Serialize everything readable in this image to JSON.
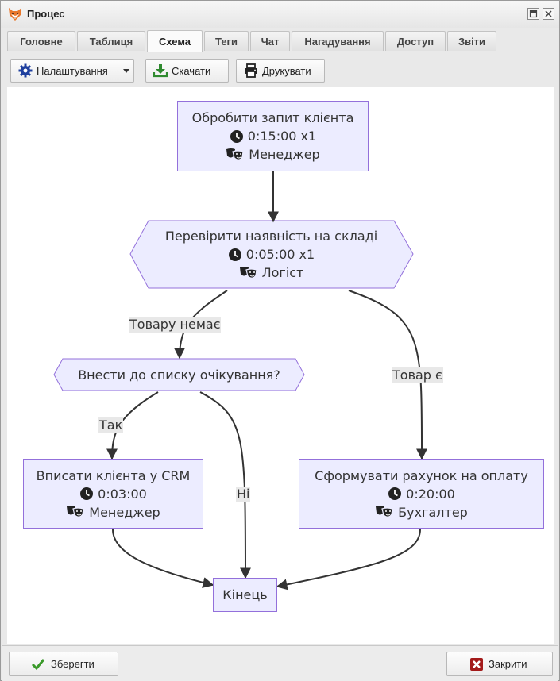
{
  "window": {
    "title": "Процес"
  },
  "tabs": [
    {
      "label": "Головне"
    },
    {
      "label": "Таблиця"
    },
    {
      "label": "Схема"
    },
    {
      "label": "Теги"
    },
    {
      "label": "Чат"
    },
    {
      "label": "Нагадування"
    },
    {
      "label": "Доступ"
    },
    {
      "label": "Звіти"
    }
  ],
  "active_tab": "Схема",
  "toolbar": {
    "settings_label": "Налаштування",
    "download_label": "Скачати",
    "print_label": "Друкувати"
  },
  "diagram": {
    "n1": {
      "title": "Обробити запит клієнта",
      "time": "0:15:00 x1",
      "role": "Менеджер"
    },
    "n2": {
      "title": "Перевірити наявність на складі",
      "time": "0:05:00 x1",
      "role": "Логіст"
    },
    "n3": {
      "title": "Внести до списку очікування?"
    },
    "n4": {
      "title": "Вписати клієнта у CRM",
      "time": "0:03:00",
      "role": "Менеджер"
    },
    "n5": {
      "title": "Сформувати рахунок на оплату",
      "time": "0:20:00",
      "role": "Бухгалтер"
    },
    "n6": {
      "title": "Кінець"
    },
    "edges": {
      "no_stock": "Товару немає",
      "in_stock": "Товар є",
      "yes": "Так",
      "no": "Ні"
    }
  },
  "footer": {
    "save_label": "Зберегти",
    "close_label": "Закрити"
  },
  "colors": {
    "node_fill": "#ececff",
    "node_border": "#9370db",
    "edge": "#333333",
    "label_bg": "#e8e8e8"
  }
}
